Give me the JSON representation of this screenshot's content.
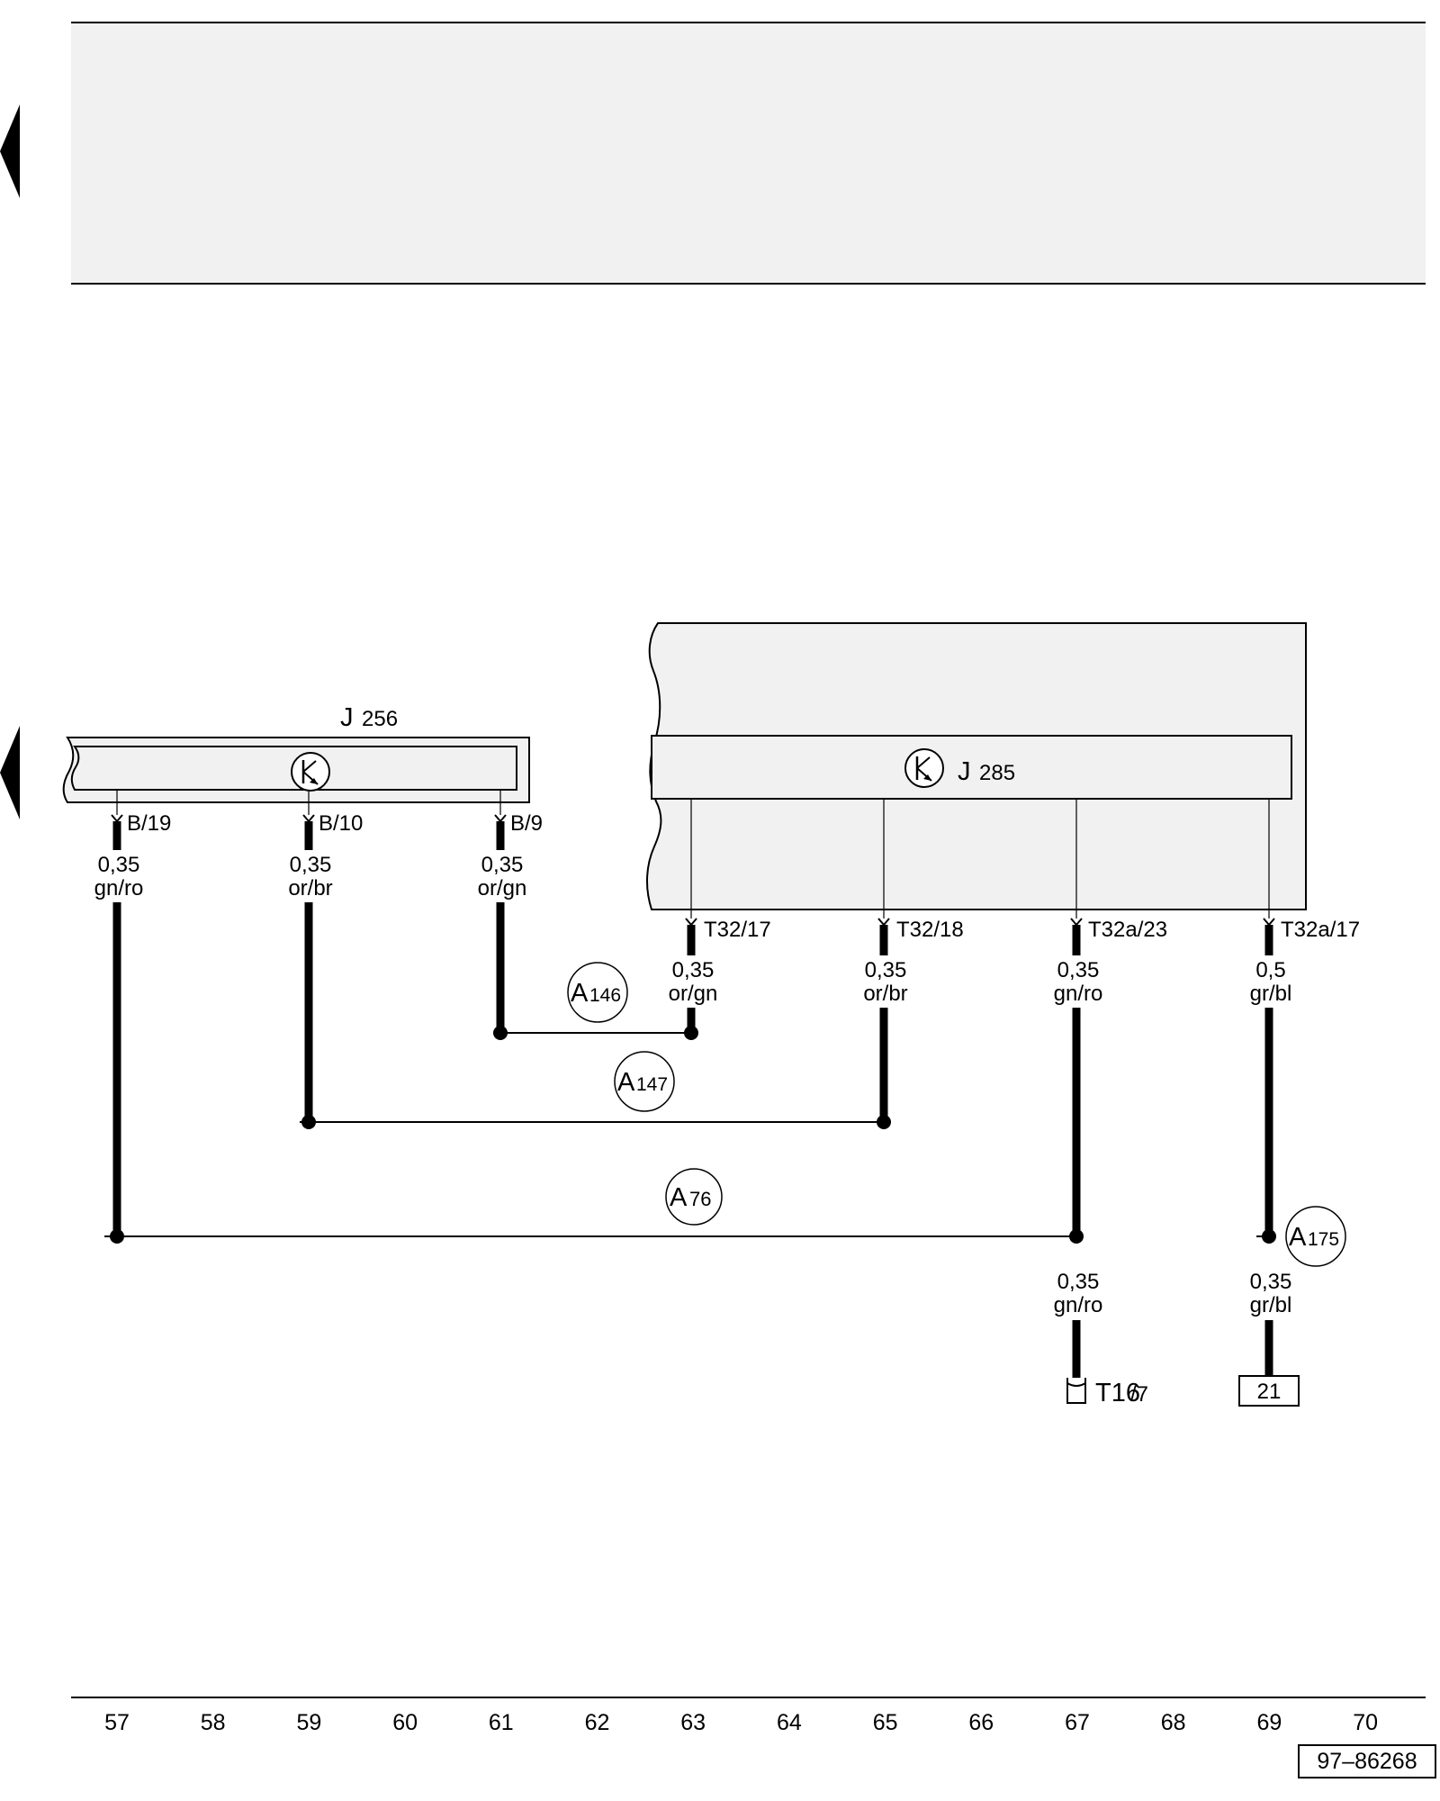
{
  "components": {
    "j256": {
      "letter": "J",
      "number": "256"
    },
    "j285": {
      "letter": "J",
      "number": "285"
    }
  },
  "pins": {
    "b19": "B/19",
    "b10": "B/10",
    "b9": "B/9",
    "t32_17": "T32/17",
    "t32_18": "T32/18",
    "t32a_23": "T32a/23",
    "t32a_17": "T32a/17"
  },
  "wires": {
    "w57": {
      "size": "0,35",
      "color": "gn/ro"
    },
    "w59": {
      "size": "0,35",
      "color": "or/br"
    },
    "w61": {
      "size": "0,35",
      "color": "or/gn"
    },
    "w63": {
      "size": "0,35",
      "color": "or/gn"
    },
    "w65": {
      "size": "0,35",
      "color": "or/br"
    },
    "w67": {
      "size": "0,35",
      "color": "gn/ro"
    },
    "w69": {
      "size": "0,5",
      "color": "gr/bl"
    },
    "w67b": {
      "size": "0,35",
      "color": "gn/ro"
    },
    "w69b": {
      "size": "0,35",
      "color": "gr/bl"
    }
  },
  "connections": {
    "a146": {
      "letter": "A",
      "number": "146"
    },
    "a147": {
      "letter": "A",
      "number": "147"
    },
    "a76": {
      "letter": "A",
      "number": "76"
    },
    "a175": {
      "letter": "A",
      "number": "175"
    }
  },
  "connector_t16": {
    "name": "T16",
    "pin": "/7"
  },
  "ref_box": "21",
  "tracks": [
    "57",
    "58",
    "59",
    "60",
    "61",
    "62",
    "63",
    "64",
    "65",
    "66",
    "67",
    "68",
    "69",
    "70"
  ],
  "figure_id": "97–86268"
}
